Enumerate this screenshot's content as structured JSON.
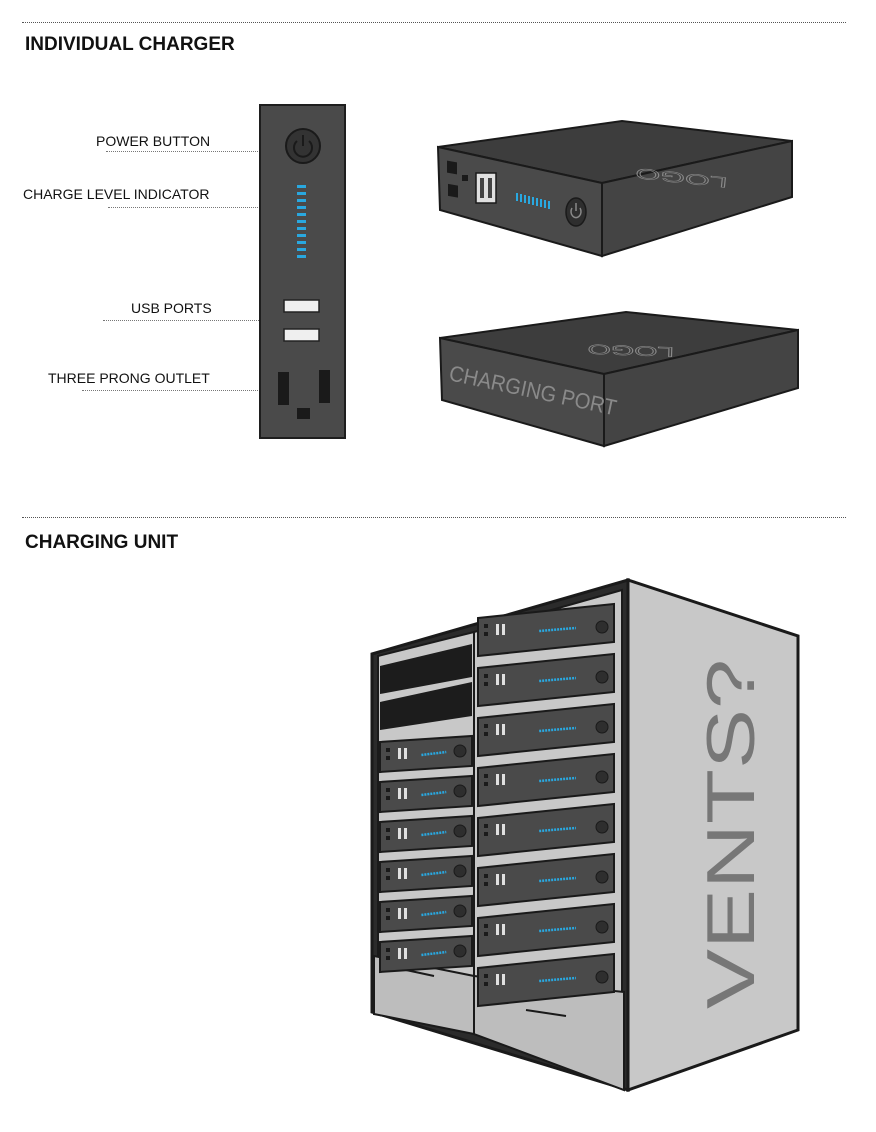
{
  "sections": {
    "individual": {
      "title": "INDIVIDUAL CHARGER"
    },
    "unit": {
      "title": "CHARGING UNIT"
    }
  },
  "callouts": {
    "power_button": "POWER BUTTON",
    "charge_level": "CHARGE LEVEL INDICATOR",
    "usb_ports": "USB PORTS",
    "outlet": "THREE PRONG OUTLET"
  },
  "top_charger": {
    "logo_text": "LOGO"
  },
  "bottom_charger": {
    "logo_text": "LOGO",
    "side_label": "CHARGING PORT"
  },
  "cabinet": {
    "side_label": "VENTS?"
  },
  "colors": {
    "device_body": "#4a4a4a",
    "device_dark": "#2e2e2e",
    "indicator_blue": "#29a8e0",
    "cabinet_gray": "#c8c8c8",
    "port_white": "#efefef"
  }
}
